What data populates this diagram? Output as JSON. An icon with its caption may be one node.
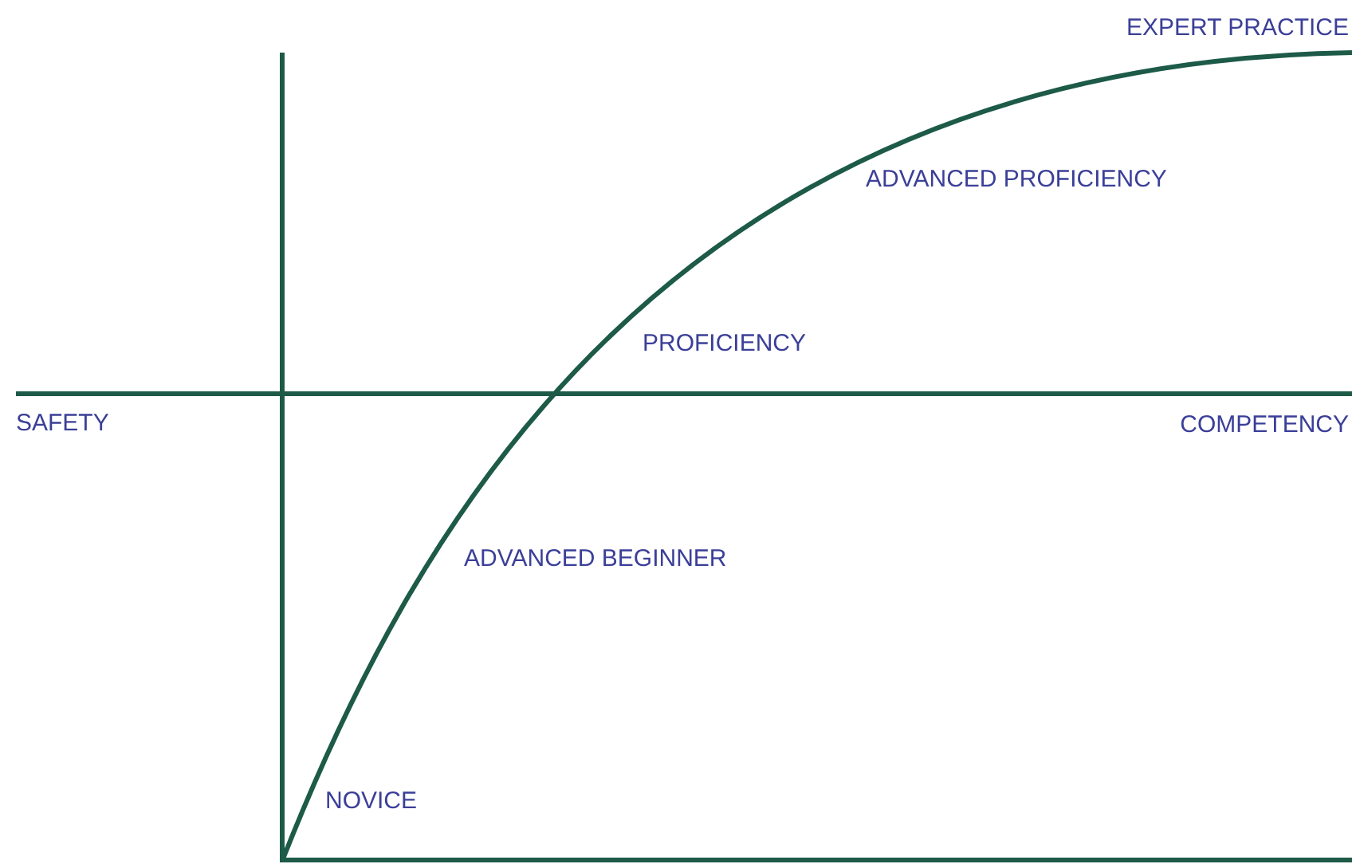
{
  "diagram": {
    "labels": [
      "EXPERT PRACTICE",
      "ADVANCED PROFICIENCY",
      "PROFICIENCY",
      "SAFETY",
      "COMPETENCY",
      "ADVANCED BEGINNER",
      "NOVICE"
    ]
  }
}
